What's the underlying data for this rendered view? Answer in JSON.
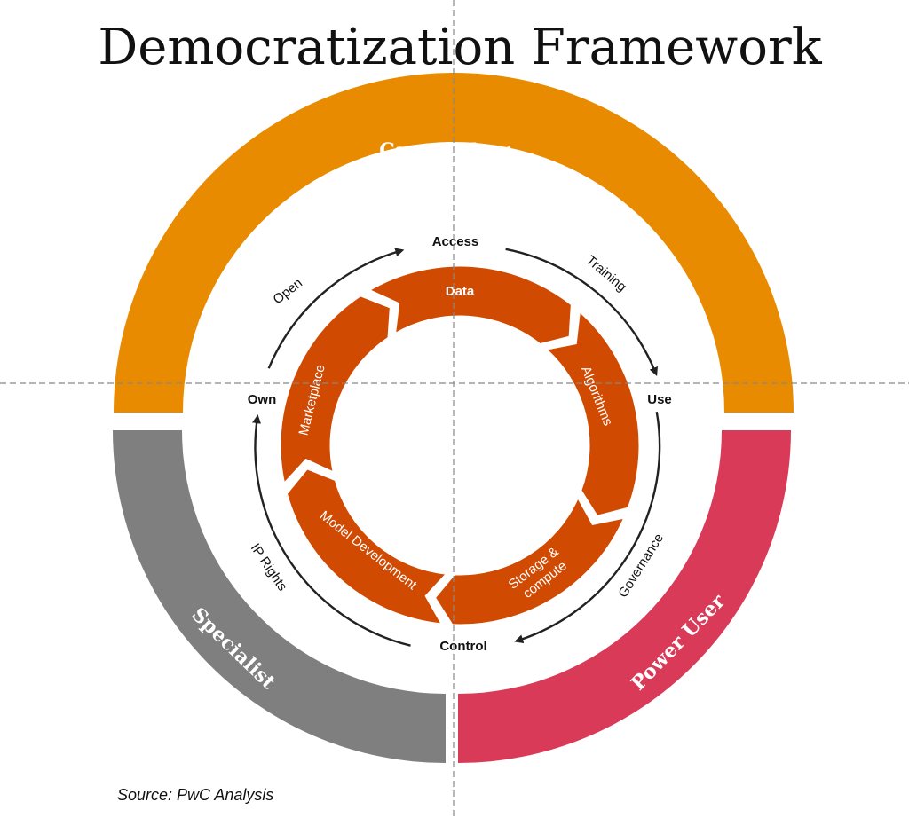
{
  "title": "Democratization Framework",
  "source": "Source: PwC Analysis",
  "outer_bands": [
    {
      "label": "Casual User",
      "color": "#E98B00"
    },
    {
      "label": "Power User",
      "color": "#D93A58"
    },
    {
      "label": "Specialist",
      "color": "#7F7F7F"
    }
  ],
  "inner_ring": {
    "color": "#D04A02",
    "segments": [
      {
        "label": "Data"
      },
      {
        "label": "Algorithms"
      },
      {
        "label": "Storage &",
        "label2": "compute"
      },
      {
        "label": "Model Development"
      },
      {
        "label": "Marketplace"
      }
    ]
  },
  "cycle_nodes": {
    "access": "Access",
    "use": "Use",
    "control": "Control",
    "own": "Own"
  },
  "cycle_edges": {
    "training": "Training",
    "governance": "Governance",
    "ip_rights": "IP Rights",
    "open": "Open"
  }
}
